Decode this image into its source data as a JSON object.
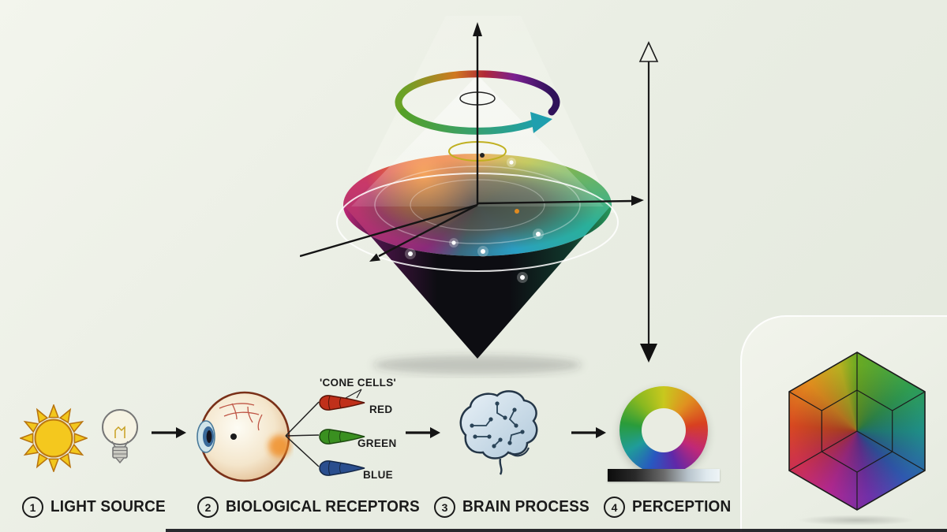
{
  "flow": {
    "steps": [
      {
        "number": "1",
        "label": "LIGHT SOURCE"
      },
      {
        "number": "2",
        "label": "BIOLOGICAL RECEPTORS"
      },
      {
        "number": "3",
        "label": "BRAIN PROCESS"
      },
      {
        "number": "4",
        "label": "PERCEPTION"
      }
    ]
  },
  "receptors": {
    "title": "'CONE CELLS'",
    "cones": [
      {
        "label": "RED",
        "color": "#c0301a"
      },
      {
        "label": "GREEN",
        "color": "#3a9020"
      },
      {
        "label": "BLUE",
        "color": "#2a4e8e"
      }
    ]
  },
  "colors": {
    "background": "#e9ece3",
    "axis": "#141414",
    "cone_red": "#c0301a",
    "cone_green": "#3a9020",
    "cone_blue": "#2a4e8e"
  }
}
